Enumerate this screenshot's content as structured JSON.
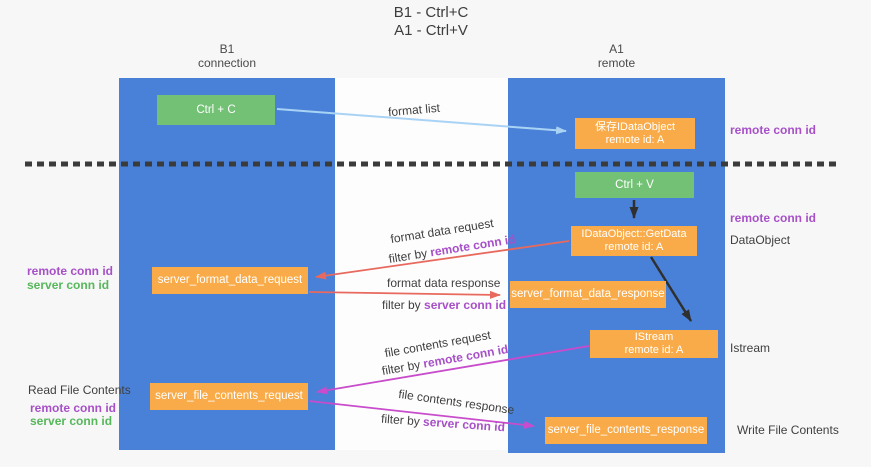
{
  "title": {
    "line1": "B1 - Ctrl+C",
    "line2": "A1 - Ctrl+V"
  },
  "lanes": {
    "left": {
      "name": "B1",
      "role": "connection"
    },
    "right": {
      "name": "A1",
      "role": "remote"
    }
  },
  "boxes": {
    "ctrl_c": "Ctrl + C",
    "ctrl_v": "Ctrl + V",
    "store_idataobject": {
      "line1": "保存IDataObject",
      "line2": "remote id: A"
    },
    "getdata": {
      "line1": "IDataObject::GetData",
      "line2": "remote id: A"
    },
    "istream": {
      "line1": "IStream",
      "line2": "remote id: A"
    },
    "server_format_data_request": "server_format_data_request",
    "server_format_data_response": "server_format_data_response",
    "server_file_contents_request": "server_file_contents_request",
    "server_file_contents_response": "server_file_contents_response"
  },
  "labels": {
    "format_list": "format list",
    "format_data_request": "format data request",
    "format_data_response": "format data response",
    "file_contents_request": "file contents request",
    "file_contents_response": "file contents response",
    "filter_by": "filter by",
    "remote_conn_id": "remote conn id",
    "server_conn_id": "server conn id",
    "read_file_contents": "Read File Contents",
    "write_file_contents": "Write File Contents",
    "dataobject": "DataObject",
    "istream": "Istream"
  },
  "colors": {
    "lane_blue": "#4a81d8",
    "box_green": "#72c175",
    "box_orange": "#f9ab49",
    "arrow_lightblue": "#a9d3f5",
    "arrow_red": "#e8695e",
    "arrow_magenta": "#c84ccb",
    "arrow_black": "#2f2f2f",
    "text_purple": "#a750c7",
    "text_green": "#57b75b",
    "dashed_line": "#3b3b3b"
  }
}
